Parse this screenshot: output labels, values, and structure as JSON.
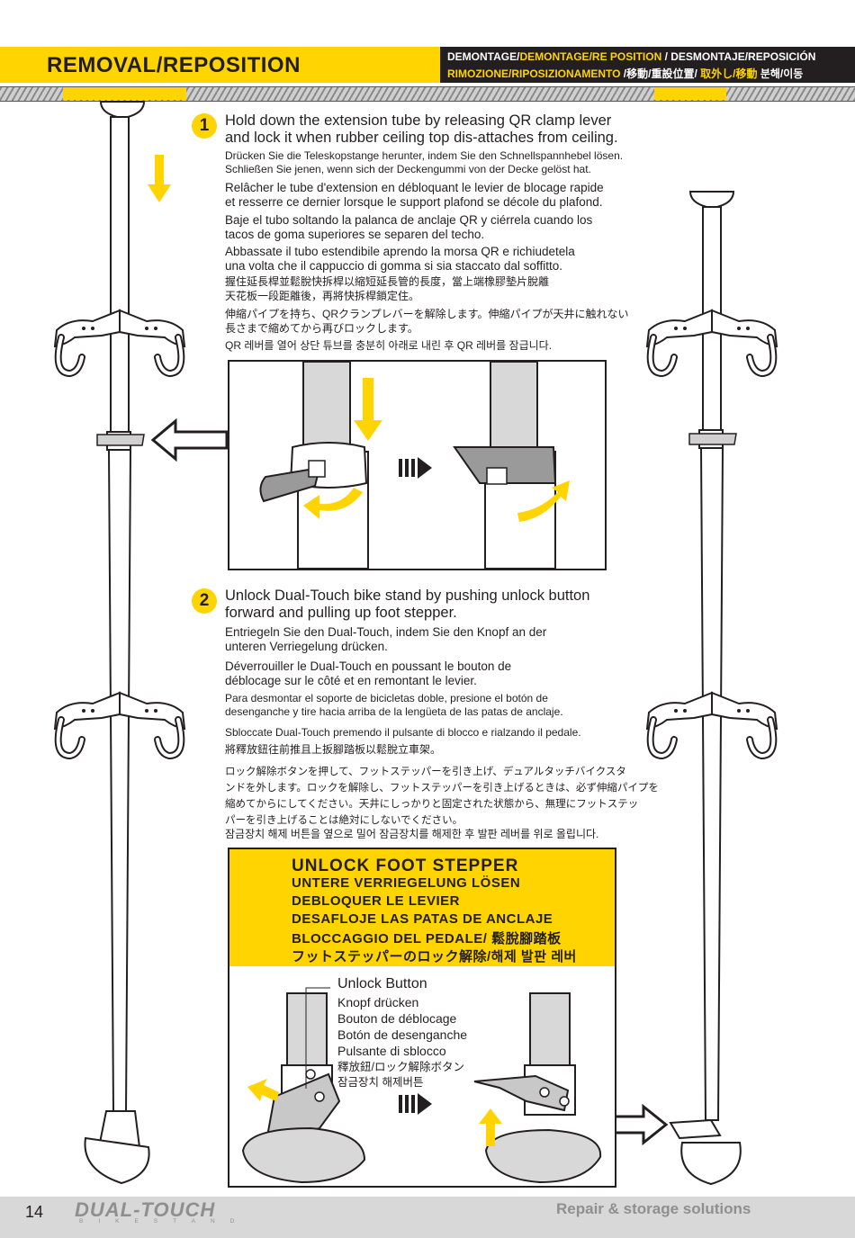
{
  "header": {
    "title": "REMOVAL/REPOSITION",
    "sub1_a": "DEMONTAGE/",
    "sub1_b": "DEMONTAGE/RE POSITION",
    "sub1_c": " / DESMONTAJE/REPOSICIÓN",
    "sub2_a": "RIMOZIONE/RIPOSIZIONAMENTO ",
    "sub2_b": "/移動/重設位置/ ",
    "sub2_c": "取外し/移動 ",
    "sub2_d": "분해/이동"
  },
  "step1": {
    "number": "1",
    "main": [
      "Hold down the extension tube by releasing QR clamp lever",
      "and lock it when rubber ceiling top dis-attaches from ceiling."
    ],
    "de": [
      "Drücken Sie die Teleskopstange herunter, indem Sie den Schnellspannhebel lösen.",
      "Schließen Sie jenen, wenn sich der Deckengummi von der Decke gelöst hat."
    ],
    "fr": [
      "Relâcher le tube d'extension en débloquant le levier de blocage rapide",
      "et resserre ce dernier lorsque le support plafond se décole du plafond."
    ],
    "es": [
      "Baje el tubo soltando la palanca de anclaje QR y ciérrela cuando los",
      "tacos de goma superiores se separen del techo."
    ],
    "it": [
      "Abbassate il tubo estendibile aprendo la morsa QR e richiudetela",
      "una volta che il cappuccio di gomma si sia staccato dal soffitto."
    ],
    "zh": [
      "握住延長桿並鬆脫快拆桿以縮短延長管的長度，當上端橡膠墊片脫離",
      "天花板一段距離後，再將快拆桿鎖定住。"
    ],
    "ja": [
      "伸縮パイプを持ち、QRクランプレバーを解除します。伸縮パイプが天井に触れない",
      "長さまで縮めてから再びロックします。"
    ],
    "ko": [
      "QR 레버를 열어 상단 튜브를 충분히 아래로 내린 후 QR 레버를 잠급니다."
    ]
  },
  "step2": {
    "number": "2",
    "main": [
      "Unlock Dual-Touch bike stand by pushing unlock button",
      "forward and pulling up foot stepper."
    ],
    "de": [
      "Entriegeln Sie den Dual-Touch, indem Sie den Knopf an der",
      "unteren Verriegelung drücken."
    ],
    "fr": [
      "Déverrouiller le Dual-Touch en poussant le bouton de",
      "déblocage sur le côté et en remontant le levier."
    ],
    "es": [
      "Para desmontar el soporte de bicicletas doble, presione el botón de",
      "desenganche y tire hacia arriba de la lengüeta de las patas de anclaje."
    ],
    "it": [
      "Sbloccate Dual-Touch premendo il pulsante di blocco e rialzando il pedale."
    ],
    "zh": [
      "將釋放鈕往前推且上扳腳踏板以鬆脫立車架。"
    ],
    "ja": [
      "ロック解除ボタンを押して、フットステッパーを引き上げ、デュアルタッチバイクスタ",
      "ンドを外します。ロックを解除し、フットステッパーを引き上げるときは、必ず伸縮パイプを",
      "縮めてからにしてください。天井にしっかりと固定された状態から、無理にフットステッ",
      "パーを引き上げることは絶対にしないでください。"
    ],
    "ko": [
      "잠금장치 해제 버튼을 옆으로 밀어 잠금장치를 해제한 후 발판 레버를 위로 올립니다."
    ]
  },
  "unlock_box": {
    "title": "UNLOCK FOOT STEPPER",
    "lines": [
      "UNTERE VERRIEGELUNG LÖSEN",
      "DEBLOQUER LE LEVIER",
      "DESAFLOJE LAS PATAS DE ANCLAJE",
      "BLOCCAGGIO DEL PEDALE/ 鬆脫腳踏板",
      "フットステッパーのロック解除/해제 발판 레버"
    ]
  },
  "unlock_button": {
    "lines": [
      "Unlock Button",
      "Knopf drücken",
      "Bouton de déblocage",
      "Botón de desenganche",
      "Pulsante di sblocco",
      "釋放鈕/ロック解除ボタン",
      "잠금장치 해제버튼"
    ]
  },
  "footer": {
    "page": "14",
    "brand": "DUAL-TOUCH",
    "brand_sub": "BIKESTAND",
    "tagline": "Repair & storage solutions"
  },
  "colors": {
    "accent": "#ffd400",
    "dark": "#231f20",
    "gray": "#8f8f8f"
  },
  "icons": [
    "down-arrow-icon",
    "left-arrow-icon",
    "right-arrow-icon",
    "up-arrow-icon",
    "curved-arrow-icon",
    "step-forward-icon"
  ]
}
